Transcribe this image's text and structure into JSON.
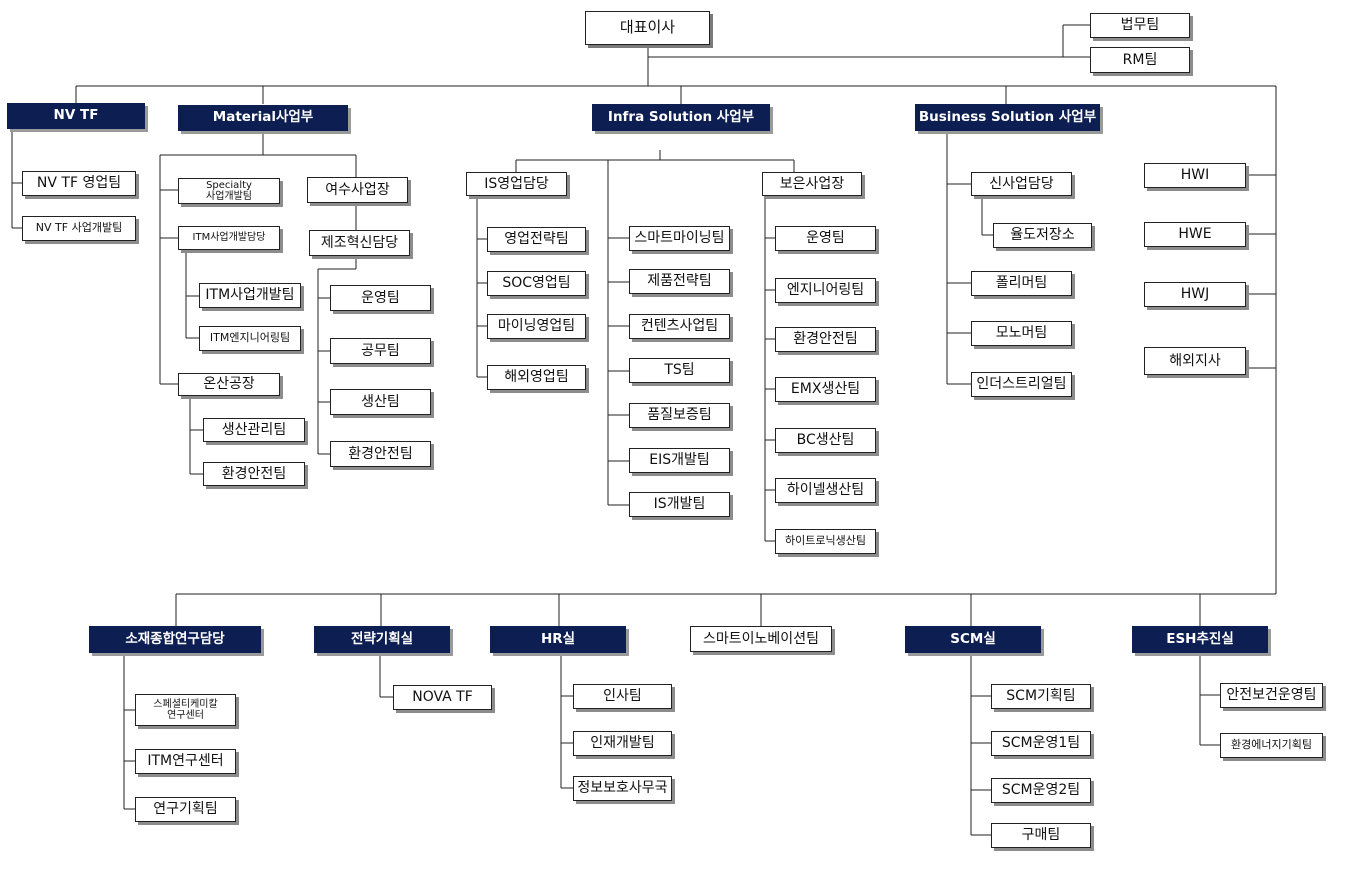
{
  "ceo": "대표이사",
  "legal": "법무팀",
  "rm": "RM팀",
  "nv": {
    "title": "NV TF",
    "teams": [
      "NV TF 영업팀",
      "NV TF 사업개발팀"
    ]
  },
  "material": {
    "title": "Material사업부",
    "specialty": "Specialty\n사업개발팀",
    "itm_head": "ITM사업개발담당",
    "itm_teams": [
      "ITM사업개발팀",
      "ITM엔지니어링팀"
    ],
    "onsan": "온산공장",
    "onsan_teams": [
      "생산관리팀",
      "환경안전팀"
    ],
    "yeosu": "여수사업장",
    "innovation": "제조혁신담당",
    "yeosu_teams": [
      "운영팀",
      "공무팀",
      "생산팀",
      "환경안전팀"
    ]
  },
  "infra": {
    "title": "Infra Solution 사업부",
    "is_sales": "IS영업담당",
    "is_sales_teams": [
      "영업전략팀",
      "SOC영업팀",
      "마이닝영업팀",
      "해외영업팀"
    ],
    "center_teams": [
      "스마트마이닝팀",
      "제품전략팀",
      "컨텐츠사업팀",
      "TS팀",
      "품질보증팀",
      "EIS개발팀",
      "IS개발팀"
    ],
    "boeun": "보은사업장",
    "boeun_teams": [
      "운영팀",
      "엔지니어링팀",
      "환경안전팀",
      "EMX생산팀",
      "BC생산팀",
      "하이넬생산팀",
      "하이트로닉생산팀"
    ]
  },
  "business": {
    "title": "Business Solution 사업부",
    "new_biz": "신사업담당",
    "storage": "율도저장소",
    "teams": [
      "폴리머팀",
      "모노머팀",
      "인더스트리얼팀"
    ]
  },
  "overseas": [
    "HWI",
    "HWE",
    "HWJ",
    "해외지사"
  ],
  "bottom": {
    "rnd": "소재종합연구담당",
    "rnd_teams": [
      "스페셜티케미칼\n연구센터",
      "ITM연구센터",
      "연구기획팀"
    ],
    "strategy": "전략기획실",
    "strategy_teams": [
      "NOVA TF"
    ],
    "hr": "HR실",
    "hr_teams": [
      "인사팀",
      "인재개발팀",
      "정보보호사무국"
    ],
    "smart": "스마트이노베이션팀",
    "scm": "SCM실",
    "scm_teams": [
      "SCM기획팀",
      "SCM운영1팀",
      "SCM운영2팀",
      "구매팀"
    ],
    "esh": "ESH추진실",
    "esh_teams": [
      "안전보건운영팀",
      "환경에너지기획팀"
    ]
  }
}
